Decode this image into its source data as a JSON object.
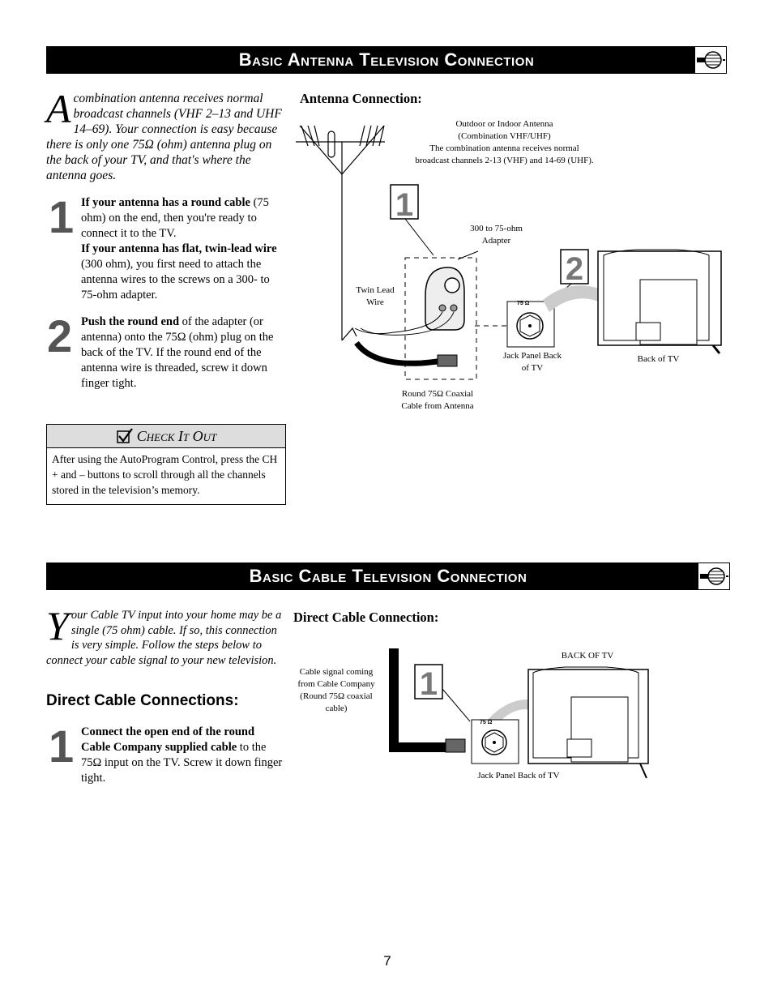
{
  "antenna_section": {
    "title": "Basic Antenna Television Connection",
    "intro_dropcap": "A",
    "intro_text": "combination antenna receives normal broadcast channels (VHF 2–13 and UHF 14–69). Your connection is easy because there is only one 75Ω (ohm) antenna plug on the back of  your TV, and that's where the antenna goes.",
    "step1_number": "1",
    "step1_bold_a": "If your antenna has a round cable",
    "step1_text_a": " (75 ohm) on the end, then you're ready to connect it to the TV.",
    "step1_bold_b": "If your antenna has flat, twin-lead wire",
    "step1_text_b": " (300 ohm), you first need to attach the antenna wires to the screws on a 300- to 75-ohm adapter.",
    "step2_number": "2",
    "step2_bold": "Push the round end",
    "step2_text": " of the adapter (or antenna) onto the 75Ω (ohm) plug on the back of the TV.  If the round end of the antenna wire is threaded, screw it down finger tight.",
    "check_title": "Check It Out",
    "check_text": "After using the AutoProgram Control, press the CH + and – buttons to scroll through all the channels stored in the television’s memory.",
    "diagram_heading": "Antenna Connection:",
    "labels": {
      "antenna_line1": "Outdoor or Indoor Antenna",
      "antenna_line2": "(Combination VHF/UHF)",
      "antenna_line3": "The combination antenna receives normal",
      "antenna_line4": "broadcast channels 2-13 (VHF) and 14-69 (UHF).",
      "adapter": "300 to 75-ohm Adapter",
      "twin_lead": "Twin Lead Wire",
      "round_cable": "Round 75Ω Coaxial Cable from Antenna",
      "jack_panel": "Jack Panel Back of TV",
      "back_tv": "Back of TV",
      "jack_mark": "75 Ω",
      "callout1": "1",
      "callout2": "2"
    }
  },
  "cable_section": {
    "title": "Basic Cable Television Connection",
    "intro_dropcap": "Y",
    "intro_text": "our Cable TV input into your home may be a single (75 ohm) cable. If so, this connection is very simple. Follow the steps below to connect your cable signal to your new television.",
    "subheading": "Direct Cable Connections:",
    "step1_number": "1",
    "step1_bold": "Connect the open end of the round Cable Company supplied cable",
    "step1_text": " to the 75Ω input on the TV. Screw it down finger tight.",
    "diagram_heading": "Direct Cable Connection:",
    "labels": {
      "cable_signal": "Cable signal coming from Cable Company (Round 75Ω coaxial cable)",
      "back_tv": "BACK OF TV",
      "jack_panel": "Jack Panel Back of TV",
      "jack_mark": "75 Ω",
      "callout1": "1"
    }
  },
  "page_number": "7"
}
